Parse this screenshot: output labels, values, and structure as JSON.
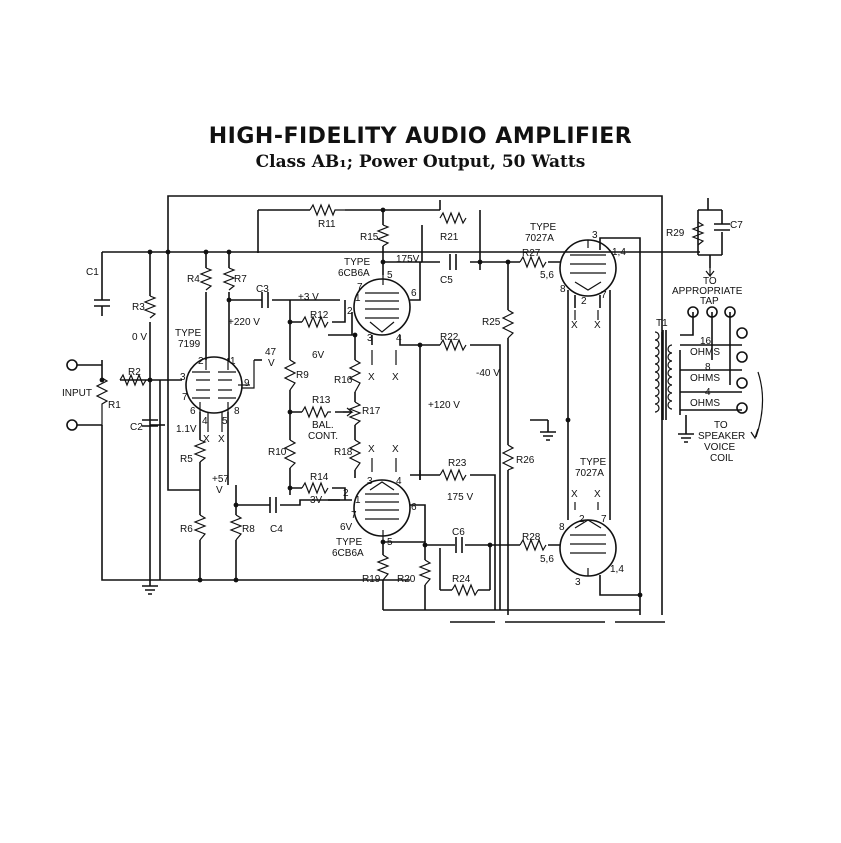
{
  "title": "HIGH-FIDELITY AUDIO AMPLIFIER",
  "subtitle": "Class AB₁; Power Output, 50 Watts",
  "components": {
    "r1": "R1",
    "r2": "R2",
    "r3": "R3",
    "r4": "R4",
    "r5": "R5",
    "r6": "R6",
    "r7": "R7",
    "r8": "R8",
    "r9": "R9",
    "r10": "R10",
    "r11": "R11",
    "r12": "R12",
    "r13": "R13",
    "r14": "R14",
    "r15": "R15",
    "r16": "R16",
    "r17": "R17",
    "r18": "R18",
    "r19": "R19",
    "r20": "R20",
    "r21": "R21",
    "r22": "R22",
    "r23": "R23",
    "r24": "R24",
    "r25": "R25",
    "r26": "R26",
    "r27": "R27",
    "r28": "R28",
    "r29": "R29",
    "c1": "C1",
    "c2": "C2",
    "c3": "C3",
    "c4": "C4",
    "c5": "C5",
    "c6": "C6",
    "c7": "C7",
    "t1": "T1"
  },
  "tubes": {
    "v1": {
      "type": "TYPE",
      "model": "7199"
    },
    "v2": {
      "type": "TYPE",
      "model": "6CB6A"
    },
    "v3": {
      "type": "TYPE",
      "model": "6CB6A"
    },
    "v4": {
      "type": "TYPE",
      "model": "7027A"
    },
    "v5": {
      "type": "TYPE",
      "model": "7027A"
    }
  },
  "voltages": {
    "ov": "0 V",
    "v47": "47",
    "v47unit": "V",
    "v220": "+220 V",
    "v11": "1.1V",
    "v57": "+57",
    "v57unit": "V",
    "v3a": "+3 V",
    "v6a": "6V",
    "v3b": "3V",
    "v6b": "6V",
    "v175a": "175V",
    "v175b": "175 V",
    "v40": "-40 V",
    "v120": "+120 V"
  },
  "labels": {
    "input": "INPUT",
    "bal1": "BAL.",
    "bal2": "CONT.",
    "tap1": "TO",
    "tap2": "APPROPRIATE",
    "tap3": "TAP",
    "ohm16a": "16",
    "ohm16b": "OHMS",
    "ohm8a": "8",
    "ohm8b": "OHMS",
    "ohm4a": "4",
    "ohm4b": "OHMS",
    "spk1": "TO",
    "spk2": "SPEAKER",
    "spk3": "VOICE",
    "spk4": "COIL",
    "x": "X"
  },
  "pins": {
    "p1": "1",
    "p2": "2",
    "p3": "3",
    "p4": "4",
    "p5": "5",
    "p6": "6",
    "p7": "7",
    "p8": "8",
    "p9": "9",
    "p14": "1,4",
    "p56": "5,6"
  }
}
